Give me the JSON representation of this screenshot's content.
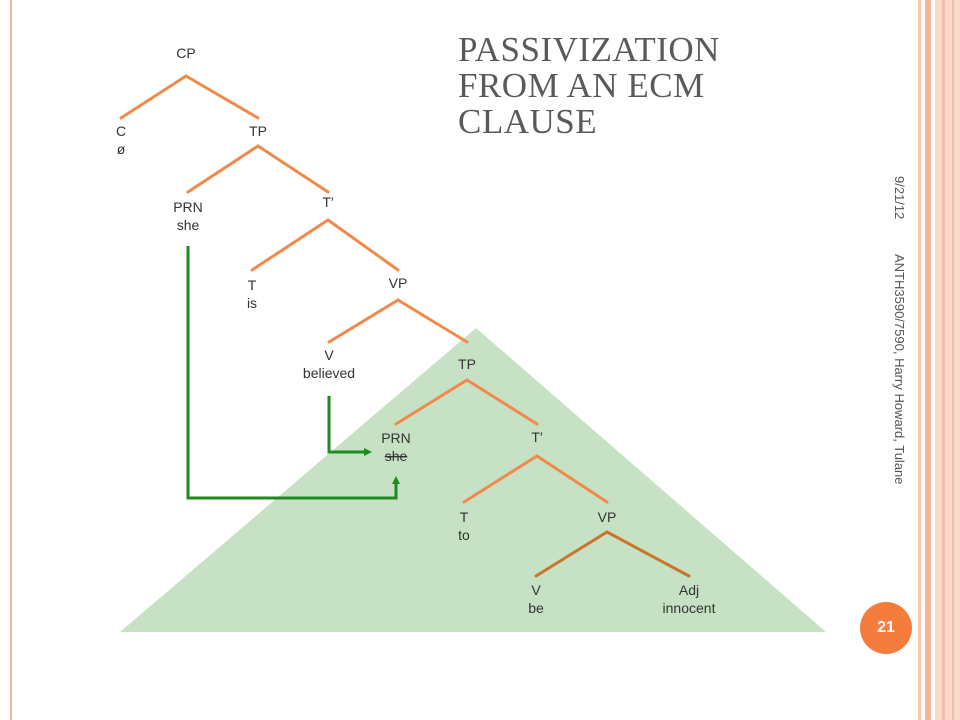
{
  "slide": {
    "title_lines": [
      "PASSIVIZATION",
      "FROM AN ECM",
      "CLAUSE"
    ],
    "date": "9/21/12",
    "footer": "ANTH3590/7590, Harry Howard, Tulane",
    "slide_number": "21"
  },
  "colors": {
    "branch": "#f08a4b",
    "lower_branch": "#c9762c",
    "movement_arrow": "#1f8a1f",
    "embedded_clause_fill": "#c3dfc1",
    "accent": "#f47c3c"
  },
  "tree": {
    "nodes": [
      {
        "id": "cp",
        "label": "CP"
      },
      {
        "id": "c",
        "label": "C",
        "word": "ø"
      },
      {
        "id": "tp1",
        "label": "TP"
      },
      {
        "id": "prn1",
        "label": "PRN",
        "word": "she"
      },
      {
        "id": "tbar1",
        "label": "T′"
      },
      {
        "id": "t1",
        "label": "T",
        "word": "is"
      },
      {
        "id": "vp1",
        "label": "VP"
      },
      {
        "id": "v1",
        "label": "V",
        "word": "believed"
      },
      {
        "id": "tp2",
        "label": "TP"
      },
      {
        "id": "prn2",
        "label": "PRN",
        "word": "she",
        "struck": true
      },
      {
        "id": "tbar2",
        "label": "T′"
      },
      {
        "id": "t2",
        "label": "T",
        "word": "to"
      },
      {
        "id": "vp2",
        "label": "VP"
      },
      {
        "id": "v2",
        "label": "V",
        "word": "be"
      },
      {
        "id": "adj",
        "label": "Adj",
        "word": "innocent"
      }
    ],
    "edges": [
      [
        "cp",
        "c"
      ],
      [
        "cp",
        "tp1"
      ],
      [
        "tp1",
        "prn1"
      ],
      [
        "tp1",
        "tbar1"
      ],
      [
        "tbar1",
        "t1"
      ],
      [
        "tbar1",
        "vp1"
      ],
      [
        "vp1",
        "v1"
      ],
      [
        "vp1",
        "tp2"
      ],
      [
        "tp2",
        "prn2"
      ],
      [
        "tp2",
        "tbar2"
      ],
      [
        "tbar2",
        "t2"
      ],
      [
        "tbar2",
        "vp2"
      ],
      [
        "vp2",
        "v2"
      ],
      [
        "vp2",
        "adj"
      ]
    ],
    "arrows": [
      {
        "from": "prn1",
        "to": "prn2"
      },
      {
        "from": "v1",
        "to": "prn2"
      }
    ]
  }
}
